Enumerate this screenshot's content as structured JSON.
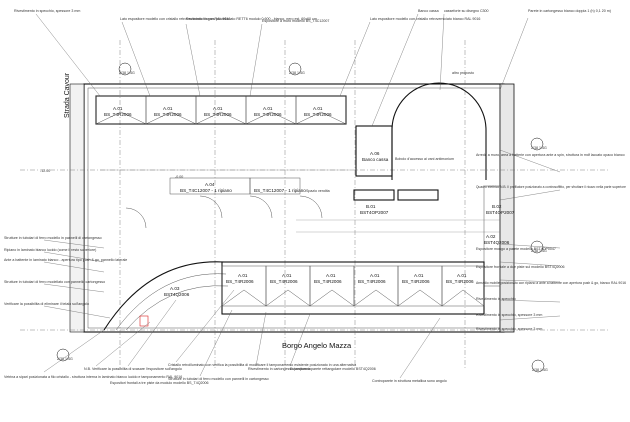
{
  "streets": {
    "left": "Strada Cavour",
    "bottom": "Borgo Angelo Mazza"
  },
  "levels": {
    "left": "-12.00",
    "mid": "-0.00"
  },
  "top_notes": [
    "Rivestimento in specchio, spessore 3 mm",
    "Lato espositore modello con cristallo retroverniciato bianco RAL 9016",
    "Pavimento in gres porcellanato RETT6 modulo 0.600 - bianco, nero est. 60x60 cm",
    "Espositore a muro modello BS_T4C12007",
    "Lato espositore modello con cristallo retroverniciato bianco RAL 9016",
    "Banco cassa",
    "casseforte su disegno C300",
    "Parete in cartongesso bianco doppia 1 (h) 0,1 20 m)"
  ],
  "left_notes": [
    "Rivestimento in specchio, spessore 3 mm",
    "Strutture in tubolari di ferro modello in pannelli di cartongesso",
    "Ripiano in laminato bianco lucido (come il resto superiore)",
    "Ante a battente in laminato bianco - apertura tipo push & go, pannello laterale",
    "Strutture in tubolari di ferro modellato con pannello cartongesso",
    "Verificare la possibilita di eliminare il telaio sull'angolo",
    "Vetrina a sipari posizionata a filo cristallo - struttura interna in laminato bianco lucido e tamponamento RAL 9016"
  ],
  "bottom_notes": [
    "N.B. Verificare la possibilita di svasare l'espositore sull'angolo",
    "Espositori frontali a tre piste da modulo modello BS_T4Q2006",
    "Cristallo retroilluminato con verifica la possibilita di modificare il tamponamento esistente posizionato in una alternativa",
    "Strutture in tubolari di ferro modello con pannelli in cartongesso",
    "Rivestimento in cartongesso tamponato",
    "Espositore a parete rettangolare modello BST4Q2006",
    "Controparete in struttura metallica sono angolo"
  ],
  "right_notes": [
    "Arredo a muro, area a batterie con apertura ante a spin, struttura in mdf laccato opaco bianco",
    "Quadro elettrico N.B. Il profilatore posizionato a controsoffitto, per sfruttare il ricavo nella parte superiore",
    "Espositore mongo a parete modello BST4OP0047",
    "Espositore frontale a due piste sul modello BST4Q2006",
    "Armadio mobile posizionato con ripiano a ante a battente con apertura push & go, bianco RAL 9016",
    "Rivestimento in specchio",
    "Rivestimento in specchio, spessore 3 mm"
  ],
  "top_modules": [
    {
      "id": "A.01",
      "code": "BS_T4R2006"
    },
    {
      "id": "A.01",
      "code": "BS_T4R2006"
    },
    {
      "id": "A.01",
      "code": "BS_T4R2006"
    },
    {
      "id": "A.01",
      "code": "BS_T4R2006"
    },
    {
      "id": "A.01",
      "code": "BS_T4R2006"
    }
  ],
  "bottom_modules": [
    {
      "id": "A.01",
      "code": "BS_T4R2006"
    },
    {
      "id": "A.01",
      "code": "BS_T4R2006"
    },
    {
      "id": "A.01",
      "code": "BS_T4R2006"
    },
    {
      "id": "A.01",
      "code": "BS_T4R2006"
    },
    {
      "id": "A.01",
      "code": "BS_T4R2006"
    },
    {
      "id": "A.01",
      "code": "BS_T4R2006"
    }
  ],
  "labels": {
    "a04": "A.04",
    "a04_code": "BS_T4C12007 - 1 ripiano",
    "a04b_code": "BS_T4C12007 - 1 ripiano",
    "a03": "A.03",
    "a03_code": "BST4Q2006",
    "a02": "A.02",
    "a02_code": "BST4Q2006",
    "a06": "A.06",
    "a06_desc": "Banco cassa",
    "b01": "B.01",
    "b01_code": "BST4OP2007",
    "b02": "B.02",
    "b02_code": "BST4OP2007",
    "arch": "Bobolo d'accesso ai vani antimonium",
    "spazio": "Spazio vendita",
    "altro": "altro proposto"
  },
  "markers": [
    "2/38 1/4G",
    "2/38 1/4G",
    "2/38 1/4G",
    "2/38 1/4G",
    "2/38 1/4G",
    "2/38 1/4G"
  ]
}
